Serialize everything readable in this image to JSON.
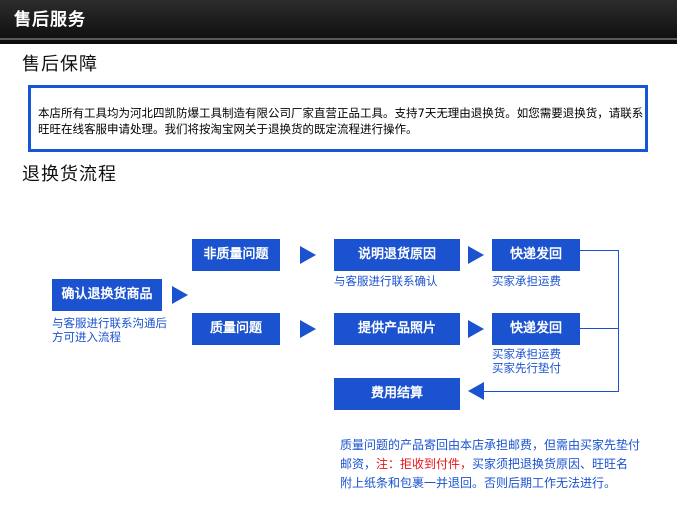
{
  "header": {
    "title": "售后服务"
  },
  "guarantee": {
    "title": "售后保障",
    "text": "本店所有工具均为河北四凯防爆工具制造有限公司厂家直营正品工具。支持7天无理由退换货。如您需要退换货，请联系旺旺在线客服申请处理。我们将按淘宝网关于退换货的既定流程进行操作。"
  },
  "process": {
    "title": "退换货流程",
    "start": {
      "label": "确认退换货商品",
      "note": "与客服进行联系沟通后方可进入流程"
    },
    "non_quality": {
      "label": "非质量问题",
      "step2": "说明退货原因",
      "step2_note": "与客服进行联系确认",
      "step3": "快递发回",
      "step3_note": "买家承担运费"
    },
    "quality": {
      "label": "质量问题",
      "step2": "提供产品照片",
      "step3": "快递发回",
      "step3_note_1": "买家承担运费",
      "step3_note_2": "买家先行垫付"
    },
    "settlement": {
      "label": "费用结算"
    },
    "final_note": {
      "part1": "质量问题的产品寄回由本店承担邮费，但需由买家先垫付邮资，",
      "warning": "注：拒收到付件，",
      "part2": "买家须把退换货原因、旺旺名附上纸条和包裹一并退回。否则后期工作无法进行。"
    }
  },
  "colors": {
    "accent": "#1a52cf",
    "border": "#1456d6",
    "warning": "#e8141a",
    "header_bg": "#111111"
  }
}
